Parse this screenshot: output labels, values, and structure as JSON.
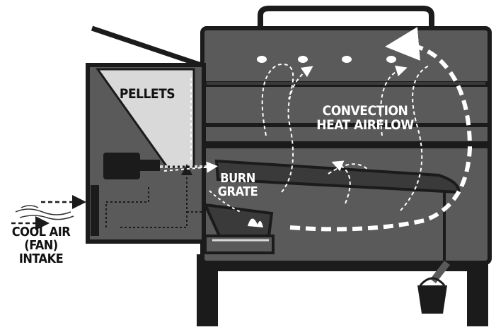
{
  "labels": {
    "pellets": "PELLETS",
    "convection_line1": "CONVECTION",
    "convection_line2": "HEAT AIRFLOW",
    "burn_grate_line1": "BURN",
    "burn_grate_line2": "GRATE",
    "intake_line1": "COOL AIR",
    "intake_line2": "(FAN)",
    "intake_line3": "INTAKE"
  },
  "colors": {
    "outline": "#1b1b1b",
    "body_fill": "#5a5a5a",
    "hopper_fill": "#d9d9d9",
    "ember": "#ffffff",
    "airflow": "#ffffff",
    "label_dark": "#111111",
    "label_light": "#ffffff",
    "background": "#ffffff"
  }
}
